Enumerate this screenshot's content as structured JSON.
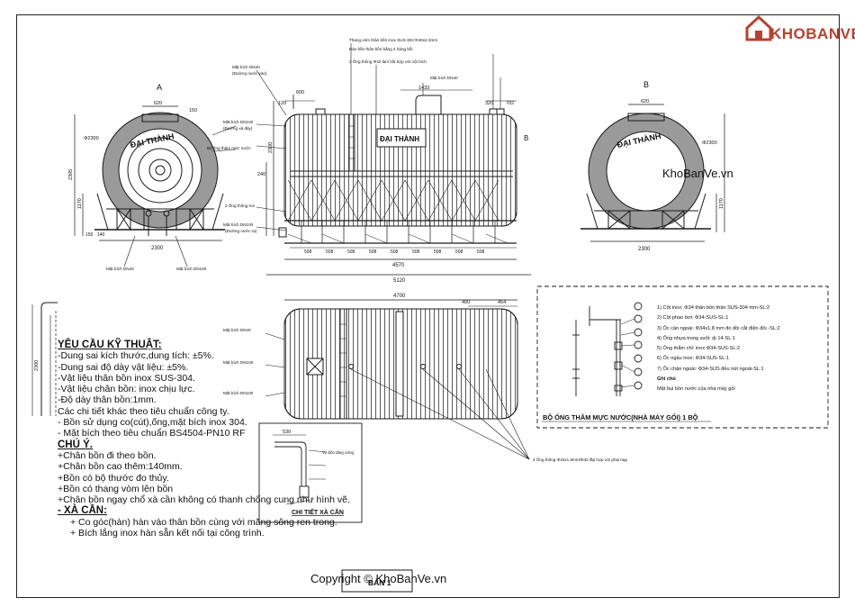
{
  "sections": {
    "a_left": "A",
    "b_right": "B",
    "b_side_marker": "B"
  },
  "dims": {
    "left_width": "2300",
    "left_height": "2395",
    "left_leg": "1170",
    "left_top_w": "620",
    "left_150": "150",
    "left_d": "Φ2300",
    "left_small1": "150",
    "left_small2": "140",
    "front_120": "120",
    "front_600": "600",
    "front_1433": "1433",
    "front_320": "320",
    "front_702": "702",
    "front_240": "240",
    "front_2300": "2300",
    "front_4570": "4570",
    "front_5120": "5120",
    "bays": [
      "508",
      "508",
      "508",
      "508",
      "508",
      "508",
      "508",
      "508",
      "508"
    ],
    "right_width": "2300",
    "right_top": "620",
    "right_leg": "1170",
    "right_d": "Φ2300",
    "plan_4700": "4700",
    "plan_400": "400",
    "plan_454": "454",
    "plan_height": "2300",
    "detail_530": "530"
  },
  "labels": {
    "brand_on_tank": "ĐẠI THÀNH",
    "top_note1": "Thang vòm thân bồn inox SUS-304 Φ40x2.3mm",
    "top_note2": "Bàn bồn thân bồn bằng 4 hàng bồi",
    "top_note3": "2 Ống thông Φ42 làm bồi hợp với cột bích",
    "mat_bich_dn40": "Mặt bích DN40",
    "duong_nuoc_vao": "(Đường nước vào)",
    "mat_bich_dn100": "Mặt bích DN100",
    "duong_thoat": "(Đường xả đáy)",
    "bo_ong_tham": "Bộ ống thăm mức nước",
    "ong_thong_hoi": "2 Ống thông hơi",
    "vo_bon": "Vỏ bồn tăng cứng",
    "duong_nuoc_ra": "(Đường nước ra)",
    "detail_caption": "CHI TIẾT XÀ CẦN",
    "gauge_caption": "BỘ ỐNG THĂM MỰC NƯỚC(NHÀ MÁY GỐI) 1 BỘ",
    "sheet": "BẢN 1",
    "watermark_side": "KhoBanVe.vn",
    "copyright": "Copyright © KhoBanVe.vn",
    "plan_note": "4 Ống thông Φ34x1.8mm/Φ42 lắp hợp với phai hạp"
  },
  "legend": [
    "1) Cột inox: Φ34 thân bồn thân SUS-304 mm-SL:2",
    "2) Cột phao bơi: Φ34-SUS-SL:1",
    "3) Ốc cần ngoài: Φ34x1.8 mm đo đồi cắt điện đồi -SL:2",
    "4) Ống nhựa trong suốt: ф 14-SL:1",
    "5) Ống thẳm chỉ: inox Φ34-SUS-SL:2",
    "6) Ốc ngầu inox: Φ34-SUS-SL:1",
    "7) Ốc chặn ngoài: Φ34-SUS đều nút ngoài-SL:1",
    "Ghi chú",
    "Mặt bụi bồn nước của nhà máy gối"
  ],
  "notes": {
    "title": "YÊU CẦU KỸ THUẬT:",
    "lines": [
      "-Dung sai kích thước,dung tích: ±5%.",
      "-Dung sai độ dày vật liệu: ±5%.",
      "-Vật liệu thân bồn inox SUS-304.",
      "-Vật liệu chân bồn: inox chịu lực.",
      "-Độ dày thân bồn:1mm.",
      "Các chi tiết khác theo tiêu chuẩn công ty.",
      "- Bồn sử dụng co(cút),ống,mặt bích inox 304.",
      "- Mặt bích theo tiêu chuẩn BS4504-PN10 RF"
    ],
    "chu_y_title": "CHÚ Ý.",
    "chu_y": [
      "+Chân bồn đi theo bồn.",
      "+Chân bồn cao thêm:140mm.",
      "+Bồn có bộ thước đo thủy.",
      "+Bồn có thang vòm lên bồn",
      "+Chân bồn ngay chổ xà cần không có thanh chống cung như hình vẽ."
    ],
    "xa_can_title": "- XÀ CẦN:",
    "xa_can": [
      "+ Co góc(hàn) hàn vào thân bồn cùng với măng sông ren trong.",
      "+ Bích lắng inox hàn sẵn kết nối tại công trình."
    ]
  },
  "logo": {
    "text": "KHOBANVE",
    "accent": "#b8422e"
  },
  "colors": {
    "line": "#1a1a1a",
    "shade": "#8a8a8a",
    "logo_orange": "#b8422e",
    "wm": "#c9c9c9"
  }
}
